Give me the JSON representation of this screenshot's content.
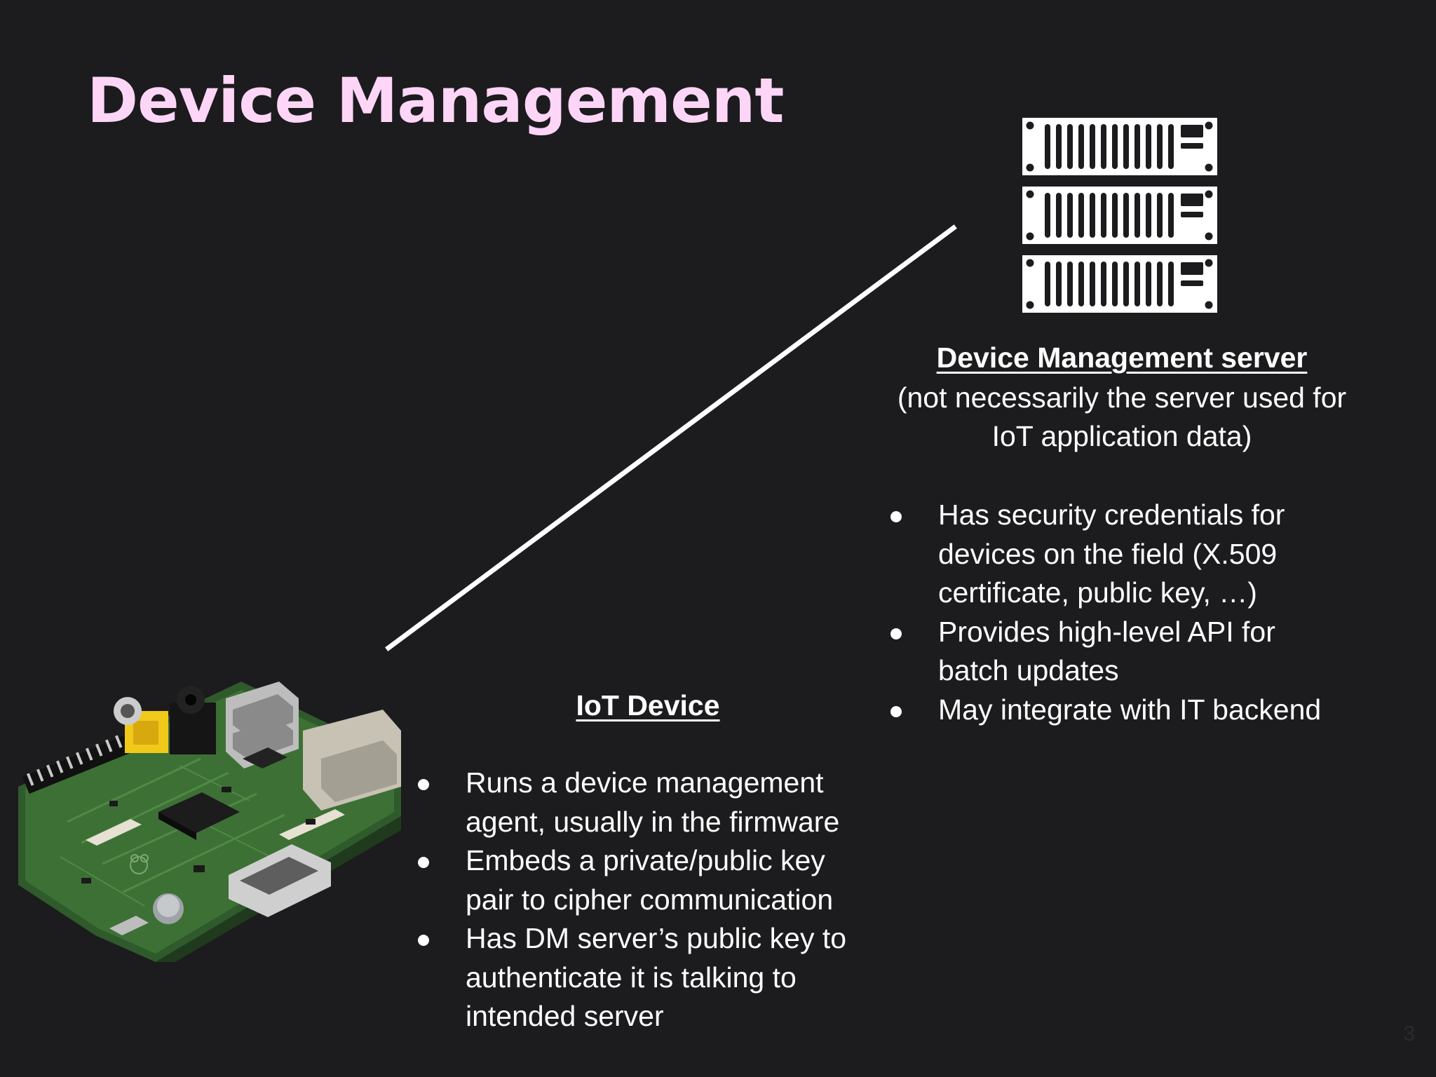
{
  "slide": {
    "title": "Device Management",
    "page_number": "3"
  },
  "server": {
    "heading": "Device Management server",
    "subtitle_line1": "(not necessarily the server used for",
    "subtitle_line2": "IoT application data)",
    "icon": "server-rack-icon",
    "bullets": [
      {
        "line1": "Has security credentials for",
        "line2": "devices on the field (X.509",
        "line3": "certificate, public key, …)"
      },
      {
        "line1": "Provides high-level API for",
        "line2": "batch updates"
      },
      {
        "line1": "May integrate with IT backend"
      }
    ]
  },
  "device": {
    "heading": "IoT Device",
    "image": "single-board-computer-photo",
    "bullets": [
      {
        "line1": "Runs a device management",
        "line2": "agent, usually in the firmware"
      },
      {
        "line1": "Embeds a private/public key",
        "line2": "pair to cipher communication"
      },
      {
        "line1": "Has DM server’s public key to",
        "line2": "authenticate it is talking to",
        "line3": "intended server"
      }
    ]
  },
  "colors": {
    "background": "#1c1b1d",
    "title": "#fdd6f7",
    "text": "#ffffff"
  }
}
